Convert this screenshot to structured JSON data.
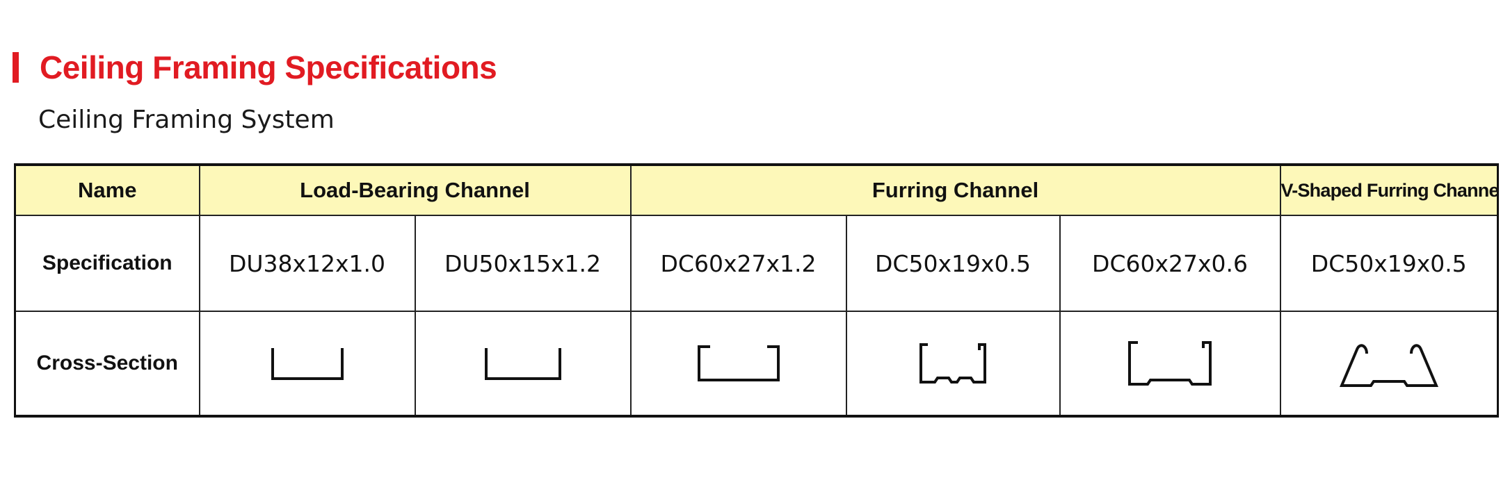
{
  "heading": {
    "title": "Ceiling Framing Specifications",
    "subtitle": "Ceiling Framing System"
  },
  "table": {
    "header": {
      "name_label": "Name",
      "groups": [
        "Load-Bearing Channel",
        "Furring Channel",
        "V-Shaped Furring Channel"
      ]
    },
    "spec_row": {
      "label": "Specification",
      "values": [
        "DU38x12x1.0",
        "DU50x15x1.2",
        "DC60x27x1.2",
        "DC50x19x0.5",
        "DC60x27x0.6",
        "DC50x19x0.5"
      ]
    },
    "cross_row": {
      "label": "Cross-Section",
      "profiles": [
        "u-channel-icon",
        "u-channel-icon",
        "c-channel-icon",
        "ribbed-c-channel-icon",
        "ribbed-c-channel-icon",
        "v-furring-channel-icon"
      ]
    }
  },
  "colors": {
    "accent_red": "#e11b22",
    "header_fill": "#fdf8b9",
    "line": "#111111"
  }
}
